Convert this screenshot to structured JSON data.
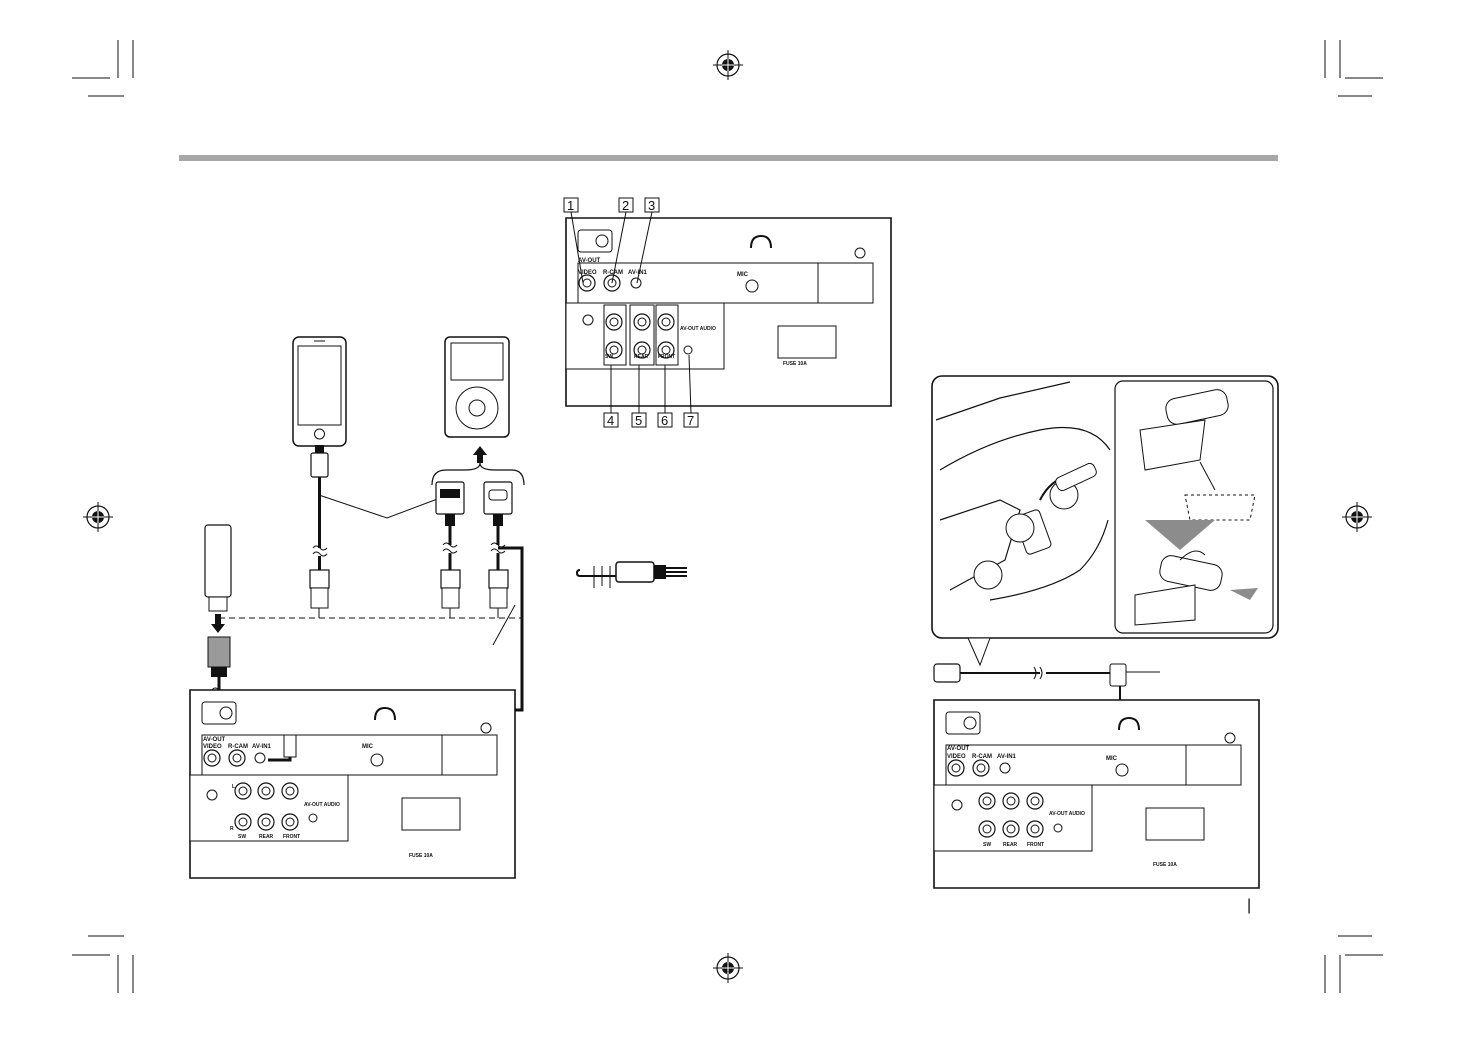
{
  "panel_labels": {
    "av_out": "AV-OUT",
    "video": "VIDEO",
    "r_cam": "R-CAM",
    "av_in1": "AV-IN1",
    "mic": "MIC",
    "l": "L",
    "r": "R",
    "sw": "SW",
    "rear": "REAR",
    "front": "FRONT",
    "av_out_audio": "AV-OUT AUDIO",
    "fuse": "FUSE 10A"
  },
  "callouts": [
    "1",
    "2",
    "3",
    "4",
    "5",
    "6",
    "7"
  ],
  "page_mark": "|",
  "colors": {
    "header_bar": "#a7a7a7",
    "line": "#111111",
    "device_gray": "#9a9a9a",
    "arrow_gray": "#8c8c8c"
  },
  "icons": [
    "registration-mark-icon",
    "crop-mark-icon",
    "arrow-down-icon",
    "arrow-up-icon"
  ]
}
